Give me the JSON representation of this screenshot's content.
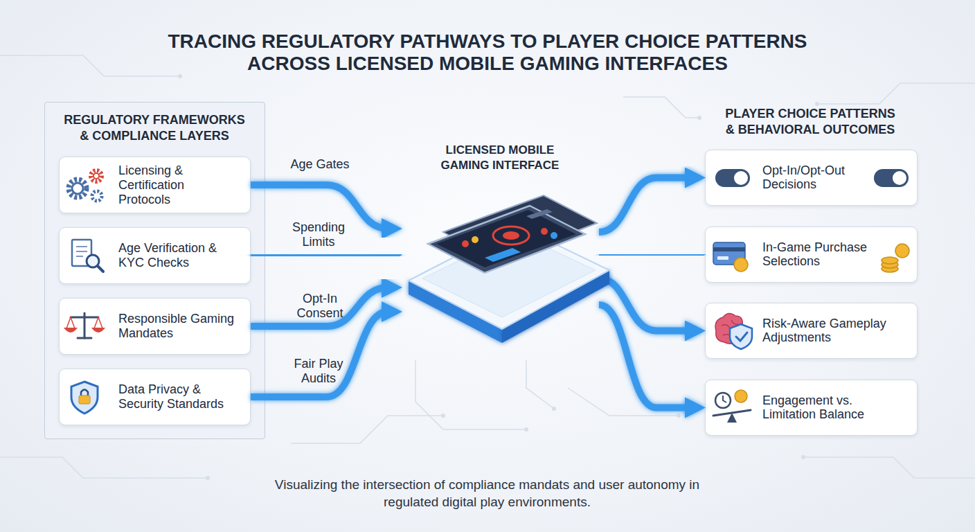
{
  "diagram": {
    "title": "TRACING REGULATORY PATHWAYS TO PLAYER CHOICE PATTERNS ACROSS LICENSED MOBILE GAMING INTERFACES",
    "caption": "Visualizing the intersection of compliance mandats and user autonomy in regulated digital play environments.",
    "nodes": [
      {
        "text": [
          "REGULATORY FRAMEWORKS & COMPLIANCE LAYERS"
        ]
      },
      {
        "text": [
          "Licensing & Certification Protocols"
        ],
        "in": 0
      },
      {
        "text": [
          "Age Verification & KYC Checks"
        ],
        "in": 0
      },
      {
        "text": [
          "Responsible Gaming Mandates"
        ],
        "in": 0
      },
      {
        "text": [
          "Data Privacy & Security Standards"
        ],
        "in": 0
      },
      {
        "text": [
          "LICENSED MOBILE GAMING INTERFACE"
        ]
      },
      {
        "text": [
          "Opt-In/Opt-Out Decisions"
        ]
      },
      {
        "text": [
          "In-Game Purchase Selections"
        ]
      },
      {
        "text": [
          "Risk-Aware Gameplay Adjustments"
        ]
      },
      {
        "text": [
          "Engagement vs. Limitation Balance"
        ]
      }
    ],
    "edges": [
      {
        "from": 1,
        "to": 5,
        "label": "Age Gates",
        "arrow": "to"
      },
      {
        "from": 2,
        "to": 5,
        "label": "Spending Limits",
        "arrow": "to"
      },
      {
        "from": 3,
        "to": 5,
        "label": "Opt-In Consent",
        "arrow": "to"
      },
      {
        "from": 4,
        "to": 5,
        "label": "Fair Play Audits",
        "arrow": "to"
      },
      {
        "from": 5,
        "to": 6,
        "arrow": "to"
      },
      {
        "from": 5,
        "to": 7,
        "arrow": "to"
      },
      {
        "from": 5,
        "to": 8,
        "arrow": "to"
      },
      {
        "from": 5,
        "to": 9,
        "arrow": "to"
      }
    ],
    "labels": [
      "PLAYER CHOICE PATTERNS & BEHAVIORAL OUTCOMES"
    ]
  }
}
